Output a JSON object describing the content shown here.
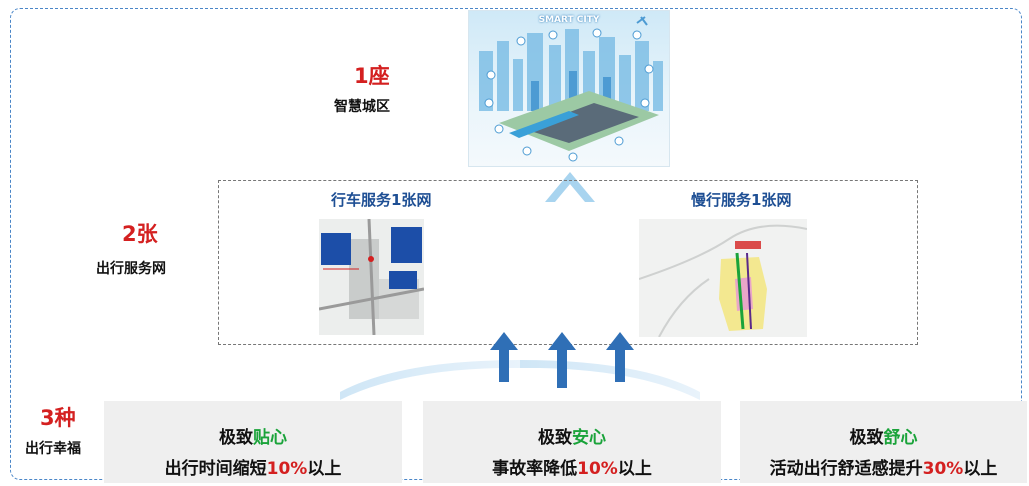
{
  "levels": {
    "one": {
      "num": "1座",
      "label": "智慧城区"
    },
    "two": {
      "num": "2张",
      "label": "出行服务网"
    },
    "three": {
      "num": "3种",
      "label": "出行幸福"
    }
  },
  "city": {
    "title": "SMART CITY"
  },
  "networks": {
    "left": {
      "title": "行车服务1张网"
    },
    "right": {
      "title": "慢行服务1张网"
    }
  },
  "cards": [
    {
      "prefix": "极致",
      "highlight": "贴心",
      "line2_a": "出行时间缩短",
      "line2_pct": "10%",
      "line2_b": "以上"
    },
    {
      "prefix": "极致",
      "highlight": "安心",
      "line2_a": "事故率降低",
      "line2_pct": "10%",
      "line2_b": "以上"
    },
    {
      "prefix": "极致",
      "highlight": "舒心",
      "line2_a": "活动出行舒适感提升",
      "line2_pct": "30%",
      "line2_b": "以上"
    }
  ],
  "colors": {
    "accent_red": "#d42020",
    "accent_green": "#1aa33a",
    "title_blue": "#1e4f94",
    "arrow_blue": "#2f6fb6"
  }
}
